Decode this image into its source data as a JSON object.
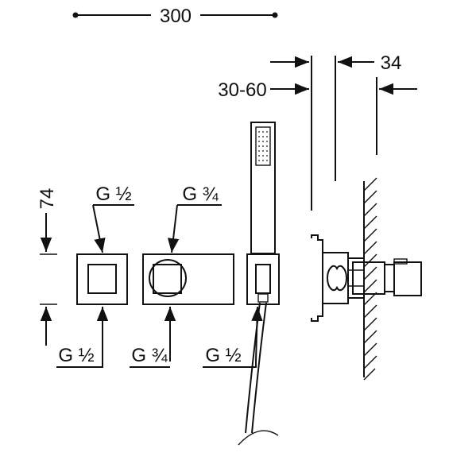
{
  "dimensions": {
    "total_width": "300",
    "top_right_offset": "34",
    "wall_depth_range": "30-60",
    "plate_height": "74"
  },
  "connections": {
    "left_top": "G ½",
    "left_bottom": "G ½",
    "mid_top": "G ¾",
    "mid_bottom": "G ¾",
    "hand_shower": "G ½"
  }
}
